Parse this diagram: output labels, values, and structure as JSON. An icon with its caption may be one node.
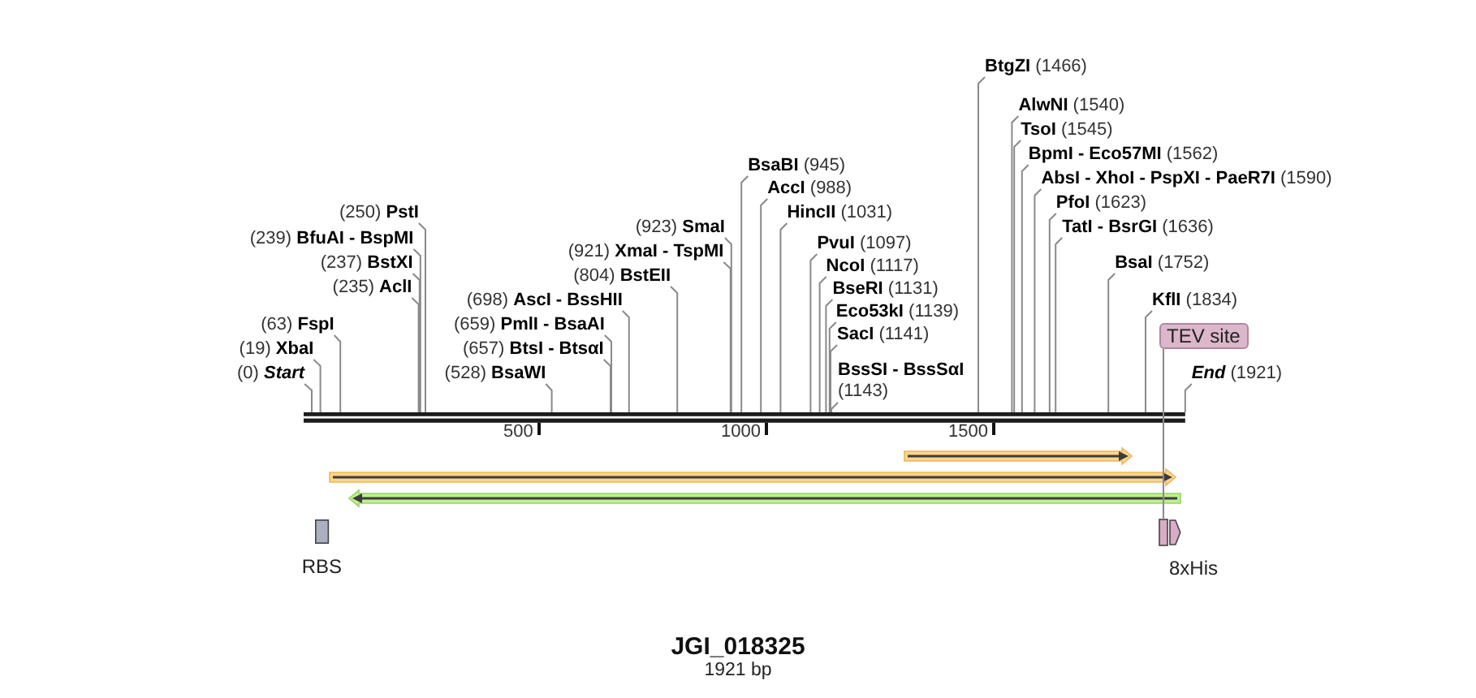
{
  "diagram": {
    "title": "JGI_018325",
    "caption": "1921 bp",
    "nodes": [
      {
        "text": [
          "**BtgZI** (1466)"
        ]
      },
      {
        "text": [
          "**AlwNI** (1540)"
        ]
      },
      {
        "text": [
          "**TsoI** (1545)"
        ]
      },
      {
        "text": [
          "**BpmI - Eco57MI** (1562)"
        ]
      },
      {
        "text": [
          "**BsaBI** (945)"
        ]
      },
      {
        "text": [
          "(528) **BsaWI**"
        ]
      },
      {
        "text": [
          "**AbsI - XhoI - PspXI - PaeR7I** (1590)"
        ]
      },
      {
        "text": [
          "**AccI** (988)"
        ]
      },
      {
        "text": [
          "**PfoI** (1623)"
        ]
      },
      {
        "text": [
          "(250) **PstI**"
        ]
      },
      {
        "text": [
          "**HincII** (1031)"
        ]
      },
      {
        "text": [
          "(923) **SmaI**"
        ]
      },
      {
        "text": [
          "**TatI - BsrGI** (1636)"
        ]
      },
      {
        "text": [
          "(239) **BfuAI - BspMI**"
        ]
      },
      {
        "text": [
          "(921) **XmaI - TspMI**"
        ]
      },
      {
        "text": [
          "**PvuI** (1097)"
        ]
      },
      {
        "text": [
          "(237) **BstXI**"
        ]
      },
      {
        "text": [
          "**BsaI** (1752)"
        ]
      },
      {
        "text": [
          "**NcoI** (1117)"
        ]
      },
      {
        "text": [
          "(235) **AclI**"
        ]
      },
      {
        "text": [
          "(804) **BstEII**"
        ]
      },
      {
        "text": [
          "**BseRI** (1131)"
        ]
      },
      {
        "text": [
          "**KflI** (1834)"
        ]
      },
      {
        "text": [
          "(63) **FspI**"
        ]
      },
      {
        "text": [
          "(698) **AscI - BssHII**"
        ]
      },
      {
        "text": [
          "**Eco53kI** (1139)"
        ]
      },
      {
        "text": [
          "TEV site"
        ]
      },
      {
        "text": [
          "(19) **XbaI**"
        ]
      },
      {
        "text": [
          "(659) **PmlI - BsaAI**"
        ]
      },
      {
        "text": [
          "**SacI** (1141)"
        ]
      },
      {
        "text": [
          "(0) **Start**"
        ]
      },
      {
        "text": [
          "(657) **BtsI - BtsαI**"
        ]
      },
      {
        "text": [
          "**BssSI - BssSαI** (1143)"
        ]
      },
      {
        "text": [
          "**End** (1921)"
        ]
      },
      {
        "text": [],
        "shape": "bar"
      },
      {
        "text": [],
        "shape": "arrow"
      },
      {
        "text": [],
        "shape": "arrow"
      },
      {
        "text": [],
        "shape": "arrow"
      },
      {
        "text": [
          "RBS"
        ]
      },
      {
        "text": [],
        "shape": "box"
      },
      {
        "text": [
          "8xHis"
        ]
      }
    ],
    "edges": [
      {
        "from": 0,
        "to": 34,
        "arrow": "none"
      },
      {
        "from": 1,
        "to": 34,
        "arrow": "none"
      },
      {
        "from": 2,
        "to": 34,
        "arrow": "none"
      },
      {
        "from": 3,
        "to": 34,
        "arrow": "none"
      },
      {
        "from": 4,
        "to": 34,
        "arrow": "none"
      },
      {
        "from": 5,
        "to": 34,
        "arrow": "none"
      },
      {
        "from": 6,
        "to": 34,
        "arrow": "none"
      },
      {
        "from": 7,
        "to": 34,
        "arrow": "none"
      },
      {
        "from": 8,
        "to": 34,
        "arrow": "none"
      },
      {
        "from": 9,
        "to": 34,
        "arrow": "none"
      },
      {
        "from": 10,
        "to": 34,
        "arrow": "none"
      },
      {
        "from": 11,
        "to": 34,
        "arrow": "none"
      },
      {
        "from": 12,
        "to": 34,
        "arrow": "none"
      },
      {
        "from": 13,
        "to": 34,
        "arrow": "none"
      },
      {
        "from": 14,
        "to": 34,
        "arrow": "none"
      },
      {
        "from": 15,
        "to": 34,
        "arrow": "none"
      },
      {
        "from": 16,
        "to": 34,
        "arrow": "none"
      },
      {
        "from": 17,
        "to": 34,
        "arrow": "none"
      },
      {
        "from": 18,
        "to": 34,
        "arrow": "none"
      },
      {
        "from": 19,
        "to": 34,
        "arrow": "none"
      },
      {
        "from": 20,
        "to": 34,
        "arrow": "none"
      },
      {
        "from": 21,
        "to": 34,
        "arrow": "none"
      },
      {
        "from": 22,
        "to": 34,
        "arrow": "none"
      },
      {
        "from": 23,
        "to": 34,
        "arrow": "none"
      },
      {
        "from": 24,
        "to": 34,
        "arrow": "none"
      },
      {
        "from": 25,
        "to": 34,
        "arrow": "none"
      },
      {
        "from": 26,
        "to": 39,
        "arrow": "none"
      },
      {
        "from": 27,
        "to": 34,
        "arrow": "none"
      },
      {
        "from": 28,
        "to": 34,
        "arrow": "none"
      },
      {
        "from": 29,
        "to": 34,
        "arrow": "none"
      },
      {
        "from": 30,
        "to": 34,
        "arrow": "none"
      },
      {
        "from": 31,
        "to": 34,
        "arrow": "none"
      },
      {
        "from": 32,
        "to": 34,
        "arrow": "none"
      },
      {
        "from": 33,
        "to": 34,
        "arrow": "none"
      }
    ],
    "labels": [
      "500",
      "1000",
      "1500"
    ]
  }
}
